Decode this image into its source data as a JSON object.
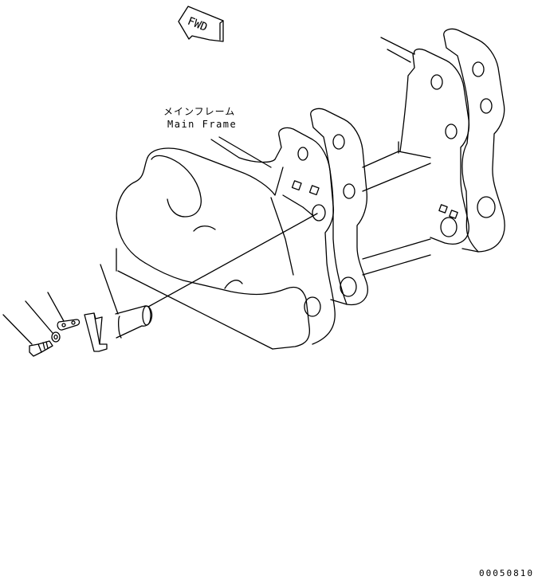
{
  "fwd_label": "FWD",
  "callout": {
    "japanese": "メインフレーム",
    "english": "Main Frame"
  },
  "drawing_number": "00050810"
}
